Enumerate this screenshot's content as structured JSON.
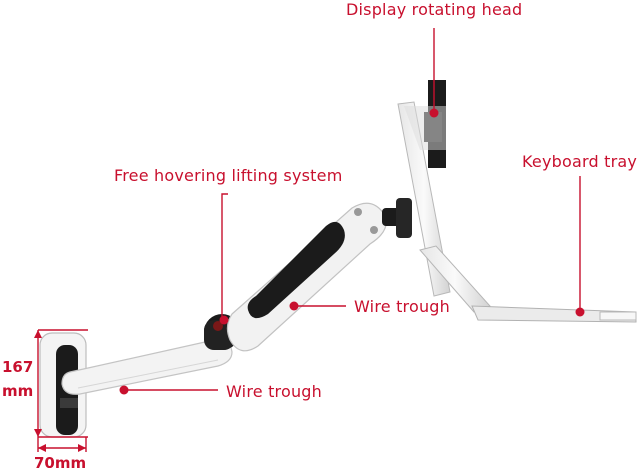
{
  "labels": {
    "display_head": "Display rotating head",
    "lifting_system": "Free hovering lifting system",
    "keyboard_tray": "Keyboard tray",
    "wire_trough_upper": "Wire trough",
    "wire_trough_lower": "Wire trough"
  },
  "dimensions": {
    "height_value": "167",
    "height_unit": "mm",
    "width": "70mm"
  },
  "colors": {
    "accent": "#c8102e",
    "arm_white": "#f2f2f2",
    "arm_black": "#1b1b1b"
  }
}
